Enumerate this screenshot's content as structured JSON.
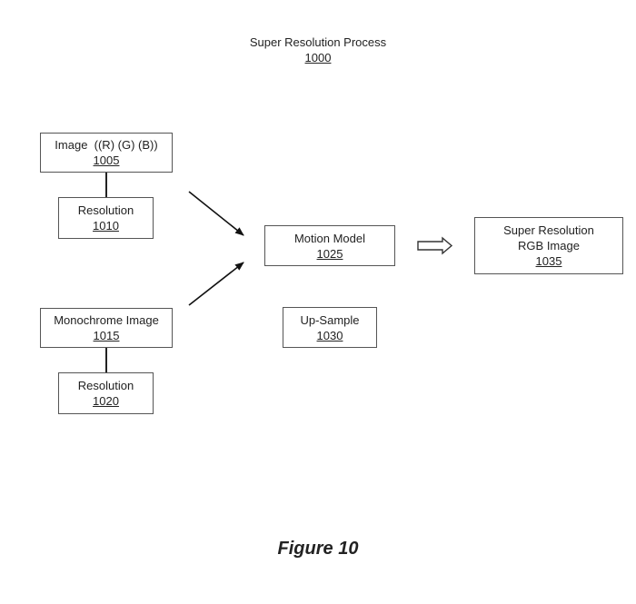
{
  "diagram": {
    "title": "Super Resolution Process",
    "title_ref": "1000",
    "nodes": {
      "image_rgb": {
        "label": "Image  ((R) (G) (B))",
        "ref": "1005"
      },
      "resolution_rgb": {
        "label": "Resolution",
        "ref": "1010"
      },
      "mono_image": {
        "label": "Monochrome Image",
        "ref": "1015"
      },
      "resolution_mono": {
        "label": "Resolution",
        "ref": "1020"
      },
      "motion_model": {
        "label": "Motion Model",
        "ref": "1025"
      },
      "up_sample": {
        "label": "Up-Sample",
        "ref": "1030"
      },
      "sr_rgb": {
        "label_line1": "Super Resolution",
        "label_line2": "RGB Image",
        "ref": "1035"
      }
    },
    "edges": [
      {
        "from": "image_rgb",
        "to": "resolution_rgb",
        "type": "line"
      },
      {
        "from": "mono_image",
        "to": "resolution_mono",
        "type": "line"
      },
      {
        "from": "resolution_rgb",
        "to": "motion_model",
        "type": "arrow"
      },
      {
        "from": "mono_image",
        "to": "motion_model",
        "type": "arrow"
      },
      {
        "from": "motion_model",
        "to": "sr_rgb",
        "type": "block-arrow"
      }
    ],
    "caption": "Figure 10"
  }
}
